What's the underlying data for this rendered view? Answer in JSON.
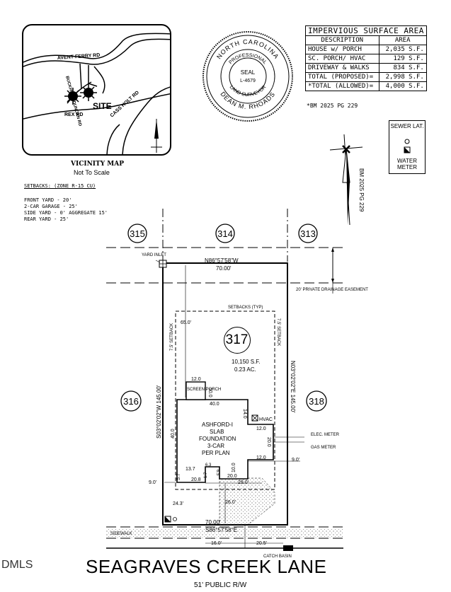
{
  "vicinity": {
    "title": "VICINITY MAP",
    "subtitle": "Not To Scale",
    "roads": [
      "AVENT FERRY RD",
      "BUCKHORN DUNCAN RD",
      "REX RD",
      "CASS HOLT RD"
    ],
    "site_label": "SITE"
  },
  "seal": {
    "top_text": "NORTH CAROLINA",
    "middle_text": "PROFESSIONAL",
    "seal_word": "SEAL",
    "seal_no": "L-4679",
    "lower_text": "LAND SURVEYOR",
    "name": "DEAN M. RHOADS"
  },
  "impervious": {
    "title": "IMPERVIOUS SURFACE AREA",
    "headers": [
      "DESCRIPTION",
      "AREA"
    ],
    "rows": [
      [
        "HOUSE w/ PORCH",
        "2,035 S.F."
      ],
      [
        "SC. PORCH/ HVAC",
        "129 S.F."
      ],
      [
        "DRIVEWAY & WALKS",
        "834 S.F."
      ],
      [
        "TOTAL (PROPOSED)=",
        "2,998 S.F."
      ],
      [
        "*TOTAL (ALLOWED)=",
        "4,000 S.F."
      ]
    ],
    "note": "*BM 2025 PG 229"
  },
  "legend": {
    "sewer": "SEWER LAT.",
    "water": "WATER METER"
  },
  "north_note": "BM 2025 PG 229",
  "setbacks": {
    "heading": "SETBACKS: (ZONE R-15 CU)",
    "lines": [
      "FRONT YARD - 20'",
      "2-CAR GARAGE - 25'",
      "SIDE YARD - 0' AGGREGATE 15'",
      "REAR YARD - 25'"
    ]
  },
  "lots": {
    "l315": "315",
    "l314": "314",
    "l313": "313",
    "l316": "316",
    "l318": "318",
    "main": "317"
  },
  "plat": {
    "yard_inlet": "YARD INLET",
    "rear_bearing": "N86°57'58\"W",
    "rear_dist": "70.00'",
    "drainage": "20' PRIVATE DRAINAGE EASEMENT",
    "setbacks_typ": "SETBACKS (TYP)",
    "left_setback": "7.5' SETBACK",
    "right_setback": "7.5' SETBACK",
    "rear_setback_dim": "65.0'",
    "area_sf": "10,150 S.F.",
    "area_ac": "0.23 AC.",
    "left_bearing": "S03°02'02\"W  145.00'",
    "right_bearing": "N03°02'02\"E  145.00'",
    "screen_porch": "SCREEN PORCH",
    "dim_12_top": "12.0",
    "dim_10_porch": "10.0",
    "dim_40_top": "40.0",
    "dim_14": "14.0",
    "hvac": "HVAC",
    "house_lines": [
      "ASHFORD-I",
      "SLAB",
      "FOUNDATION",
      "3-CAR",
      "PER PLAN"
    ],
    "dim_40_left": "40.0",
    "dim_12_right": "12.0",
    "dim_20_right": "20.0",
    "dim_12_lower": "12.0",
    "right_9": "9.0'",
    "elec_meter": "ELEC. METER",
    "gas_meter": "GAS METER",
    "dim_10_lower": "10.0",
    "dim_137": "13.7",
    "dim_63": "6.3",
    "dim_17": "1.7",
    "dim_65": "6.5",
    "dim_57": "5.7",
    "dim_208": "20.8",
    "dim_200": "20.0",
    "dim_290": "29.0'",
    "left_9": "9.0'",
    "dim_243": "24.3'",
    "dim_260": "26.0'",
    "front_dist": "70.00'",
    "front_bearing": "S86°57'58\"E",
    "sidewalk": "SIDEWALK",
    "dim_160": "16.0'",
    "dim_205": "20.5'",
    "catch_basin": "CATCH BASIN"
  },
  "street": {
    "name": "SEAGRAVES CREEK LANE",
    "row": "51' PUBLIC R/W"
  },
  "watermark": "DMLS"
}
